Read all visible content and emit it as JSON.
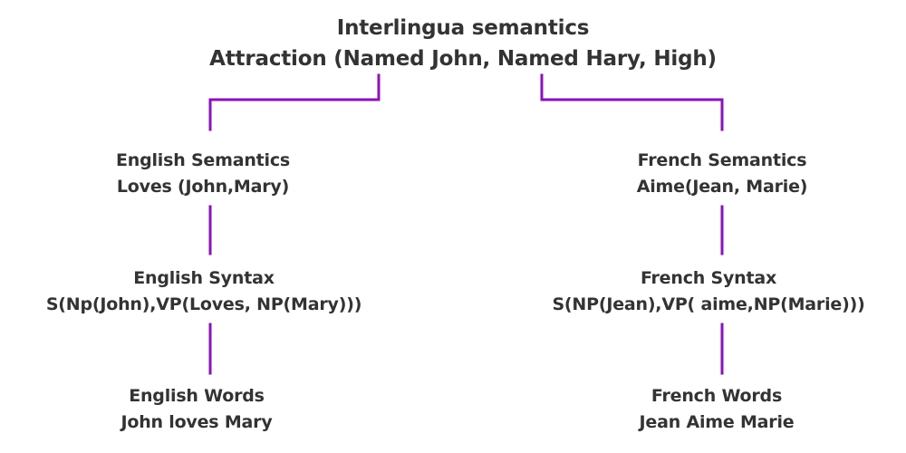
{
  "colors": {
    "connector": "#8b12b8",
    "text": "#333333",
    "background": "#ffffff"
  },
  "root": {
    "title": "Interlingua semantics",
    "expression": "Attraction (Named John, Named Hary, High)"
  },
  "english": {
    "semantics": {
      "title": "English Semantics",
      "expression": "Loves (John,Mary)"
    },
    "syntax": {
      "title": "English Syntax",
      "expression": "S(Np(John),VP(Loves, NP(Mary)))"
    },
    "words": {
      "title": "English Words",
      "expression": "John loves Mary"
    }
  },
  "french": {
    "semantics": {
      "title": "French Semantics",
      "expression": "Aime(Jean, Marie)"
    },
    "syntax": {
      "title": "French Syntax",
      "expression": "S(NP(Jean),VP( aime,NP(Marie)))"
    },
    "words": {
      "title": "French Words",
      "expression": "Jean Aime Marie"
    }
  }
}
